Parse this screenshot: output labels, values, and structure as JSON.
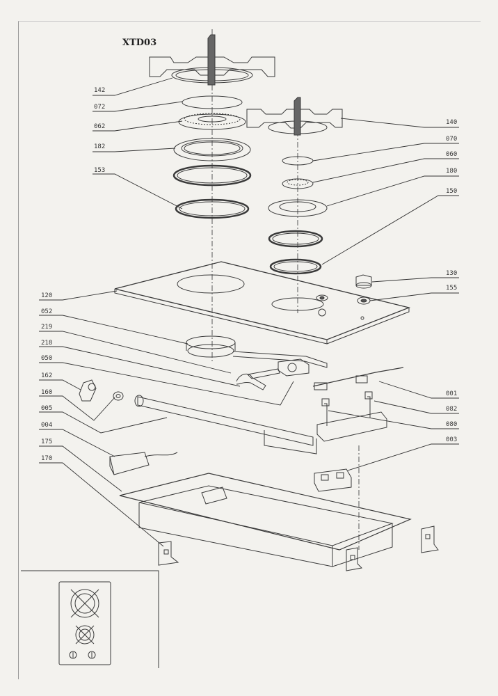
{
  "title": "XTD03",
  "labels_left": [
    "142",
    "072",
    "062",
    "182",
    "153",
    "120",
    "052",
    "219",
    "218",
    "050",
    "162",
    "160",
    "005",
    "004",
    "175",
    "170"
  ],
  "labels_right": [
    "140",
    "070",
    "060",
    "180",
    "150",
    "130",
    "155",
    "001",
    "082",
    "080",
    "003"
  ],
  "colors": {
    "paper": "#f3f2ee",
    "ink": "#3a3a3a"
  }
}
